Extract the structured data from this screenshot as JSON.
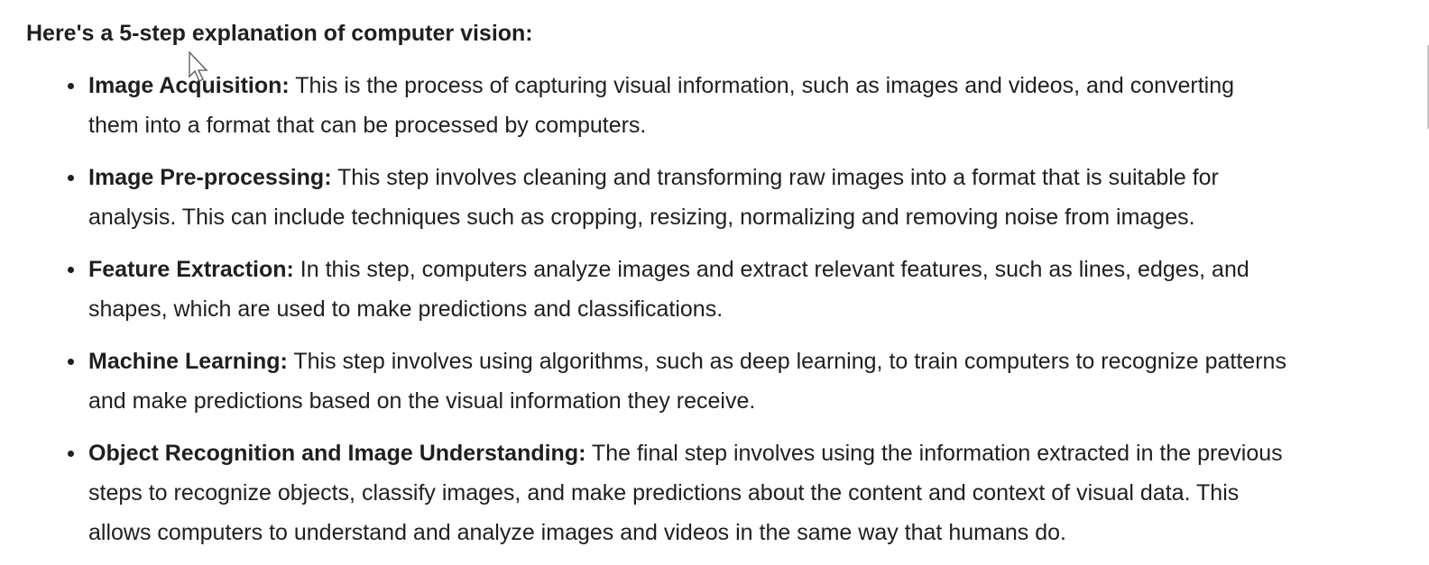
{
  "heading": "Here's a 5-step explanation of computer vision:",
  "items": [
    {
      "label": "Image Acquisition:",
      "lines": [
        " This is the process of capturing visual information, such as images and videos, and converting",
        "them into a format that can be processed by computers."
      ]
    },
    {
      "label": "Image Pre-processing:",
      "lines": [
        " This step involves cleaning and transforming raw images into a format that is suitable for",
        "analysis. This can include techniques such as cropping, resizing, normalizing and removing noise from images."
      ]
    },
    {
      "label": "Feature Extraction:",
      "lines": [
        " In this step, computers analyze images and extract relevant features, such as lines, edges, and",
        "shapes, which are used to make predictions and classifications."
      ]
    },
    {
      "label": "Machine Learning:",
      "lines": [
        " This step involves using algorithms, such as deep learning, to train computers to recognize patterns",
        "and make predictions based on the visual information they receive."
      ]
    },
    {
      "label": "Object Recognition and Image Understanding:",
      "lines": [
        " The final step involves using the information extracted in the previous",
        "steps to recognize objects, classify images, and make predictions about the content and context of visual data. This",
        "allows computers to understand and analyze images and videos in the same way that humans do."
      ]
    }
  ]
}
